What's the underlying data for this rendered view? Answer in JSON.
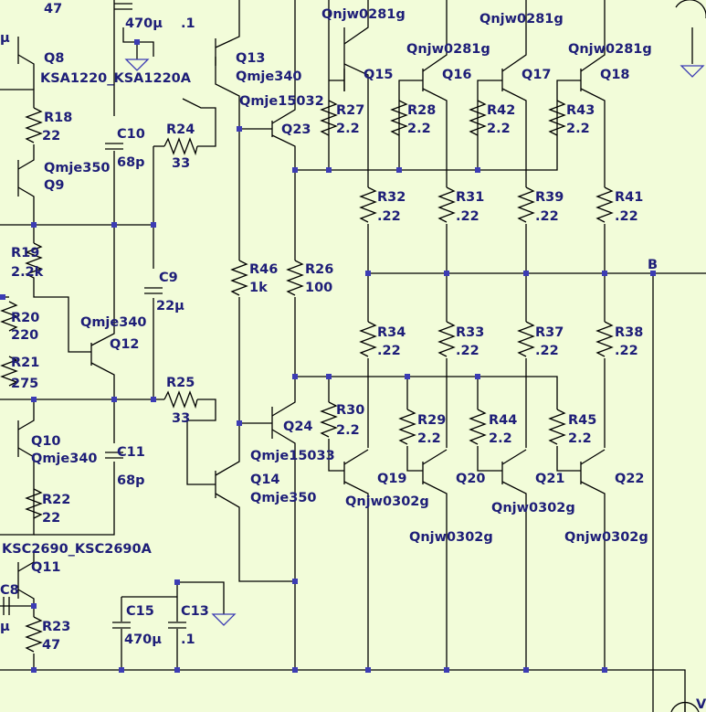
{
  "title": "Qnjw0281g",
  "labels": {
    "c14_val": "470μ",
    "c12_val": ".1",
    "r_top_left": "47",
    "mu_top_left": "μ",
    "q8_name": "Q8",
    "q8_part": "KSA1220_KSA1220A",
    "r18_name": "R18",
    "r18_val": "22",
    "c10_name": "C10",
    "c10_val": "68p",
    "q9_part": "Qmje350",
    "q9_name": "Q9",
    "r24_name": "R24",
    "r24_val": "33",
    "q13_name": "Q13",
    "q13_part": "Qmje340",
    "q23_part": "Qmje15032",
    "q23_name": "Q23",
    "r19_name": "R19",
    "r19_val": "2.2k",
    "c9_name": "C9",
    "c9_val": "22μ",
    "r20_name": "R20",
    "r20_val": "220",
    "q12_part": "Qmje340",
    "q12_name": "Q12",
    "r21_name": "R21",
    "r21_val": "275",
    "r46_name": "R46",
    "r46_val": "1k",
    "r26_name": "R26",
    "r26_val": "100",
    "r25_name": "R25",
    "r25_val": "33",
    "q10_name": "Q10",
    "q10_part": "Qmje340",
    "c11_name": "C11",
    "c11_val": "68p",
    "r22_name": "R22",
    "r22_val": "22",
    "q24_name": "Q24",
    "q24_part": "Qmje15033",
    "q14_name": "Q14",
    "q14_part": "Qmje350",
    "q11_part": "KSC2690_KSC2690A",
    "q11_name": "Q11",
    "c8_name": "C8",
    "mu_bottom_left": "μ",
    "r23_name": "R23",
    "r23_val": "47",
    "c15_name": "C15",
    "c15_val": "470μ",
    "c13_name": "C13",
    "c13_val": ".1",
    "top_part_2": "Qnjw0281g",
    "q15_part": "Qnjw0281g",
    "q17_part": "Qnjw0281g",
    "q15_name": "Q15",
    "q16_name": "Q16",
    "q17_name": "Q17",
    "q18_name": "Q18",
    "r27_name": "R27",
    "r27_val": "2.2",
    "r28_name": "R28",
    "r28_val": "2.2",
    "r42_name": "R42",
    "r42_val": "2.2",
    "r43_name": "R43",
    "r43_val": "2.2",
    "r32_name": "R32",
    "r32_val": ".22",
    "r31_name": "R31",
    "r31_val": ".22",
    "r39_name": "R39",
    "r39_val": ".22",
    "r41_name": "R41",
    "r41_val": ".22",
    "node_b": "B",
    "r34_name": "R34",
    "r34_val": ".22",
    "r33_name": "R33",
    "r33_val": ".22",
    "r37_name": "R37",
    "r37_val": ".22",
    "r38_name": "R38",
    "r38_val": ".22",
    "r30_name": "R30",
    "r30_val": "2.2",
    "r29_name": "R29",
    "r29_val": "2.2",
    "r44_name": "R44",
    "r44_val": "2.2",
    "r45_name": "R45",
    "r45_val": "2.2",
    "q19_name": "Q19",
    "q20_name": "Q20",
    "q21_name": "Q21",
    "q22_name": "Q22",
    "q19_part": "Qnjw0302g",
    "q20_part": "Qnjw0302g",
    "q21_part": "Qnjw0302g",
    "q22_part": "Qnjw0302g",
    "v_label": "V"
  },
  "colors": {
    "background": "#f2fcd9",
    "wire": "#000000",
    "junction": "#3c3cb4",
    "text": "#1e1e78"
  }
}
